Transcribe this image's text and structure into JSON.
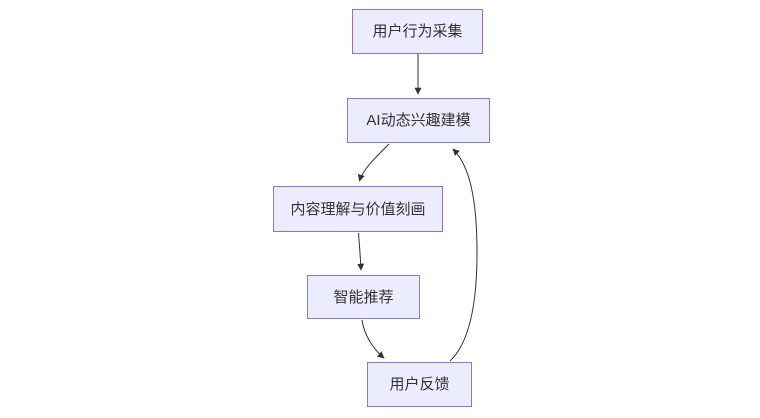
{
  "diagram": {
    "type": "flowchart",
    "direction": "top-down",
    "nodes": [
      {
        "id": "collect",
        "label": "用户行为采集"
      },
      {
        "id": "model",
        "label": "AI动态兴趣建模"
      },
      {
        "id": "content",
        "label": "内容理解与价值刻画"
      },
      {
        "id": "recommend",
        "label": "智能推荐"
      },
      {
        "id": "feedback",
        "label": "用户反馈"
      }
    ],
    "edges": [
      {
        "from": "用户行为采集",
        "to": "AI动态兴趣建模"
      },
      {
        "from": "AI动态兴趣建模",
        "to": "内容理解与价值刻画"
      },
      {
        "from": "内容理解与价值刻画",
        "to": "智能推荐"
      },
      {
        "from": "智能推荐",
        "to": "用户反馈"
      },
      {
        "from": "用户反馈",
        "to": "AI动态兴趣建模"
      }
    ],
    "colors": {
      "node_fill": "#ECECFF",
      "node_border": "#9370DB",
      "node_text": "#333333",
      "edge_stroke": "#333333",
      "background": "#FFFFFF"
    }
  }
}
